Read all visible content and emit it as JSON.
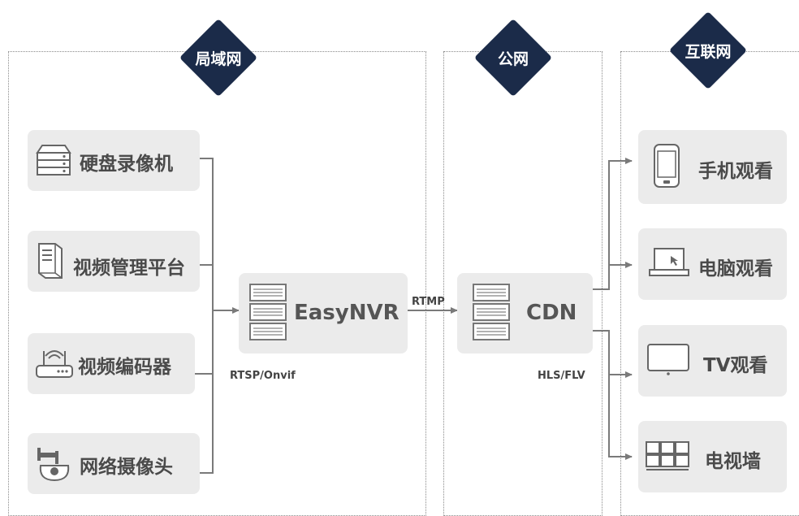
{
  "zones": {
    "lan": "局域网",
    "public": "公网",
    "internet": "互联网"
  },
  "sources": [
    {
      "label": "硬盘录像机",
      "icon": "hard-drive-icon"
    },
    {
      "label": "视频管理平台",
      "icon": "server-tower-icon"
    },
    {
      "label": "视频编码器",
      "icon": "encoder-router-icon"
    },
    {
      "label": "网络摄像头",
      "icon": "ip-camera-icon"
    }
  ],
  "easynvr": {
    "label": "EasyNVR",
    "icon": "server-rack-icon",
    "protocol": "RTSP/Onvif"
  },
  "link": {
    "label": "RTMP"
  },
  "cdn": {
    "label": "CDN",
    "icon": "server-rack-icon",
    "protocol": "HLS/FLV"
  },
  "outputs": [
    {
      "label": "手机观看",
      "icon": "mobile-phone-icon"
    },
    {
      "label": "电脑观看",
      "icon": "laptop-icon"
    },
    {
      "label": "TV观看",
      "icon": "tv-icon"
    },
    {
      "label": "电视墙",
      "icon": "video-wall-icon"
    }
  ],
  "colors": {
    "zone_badge": "#1b2b49",
    "box": "#ebebeb",
    "line": "#7a7a7a"
  }
}
